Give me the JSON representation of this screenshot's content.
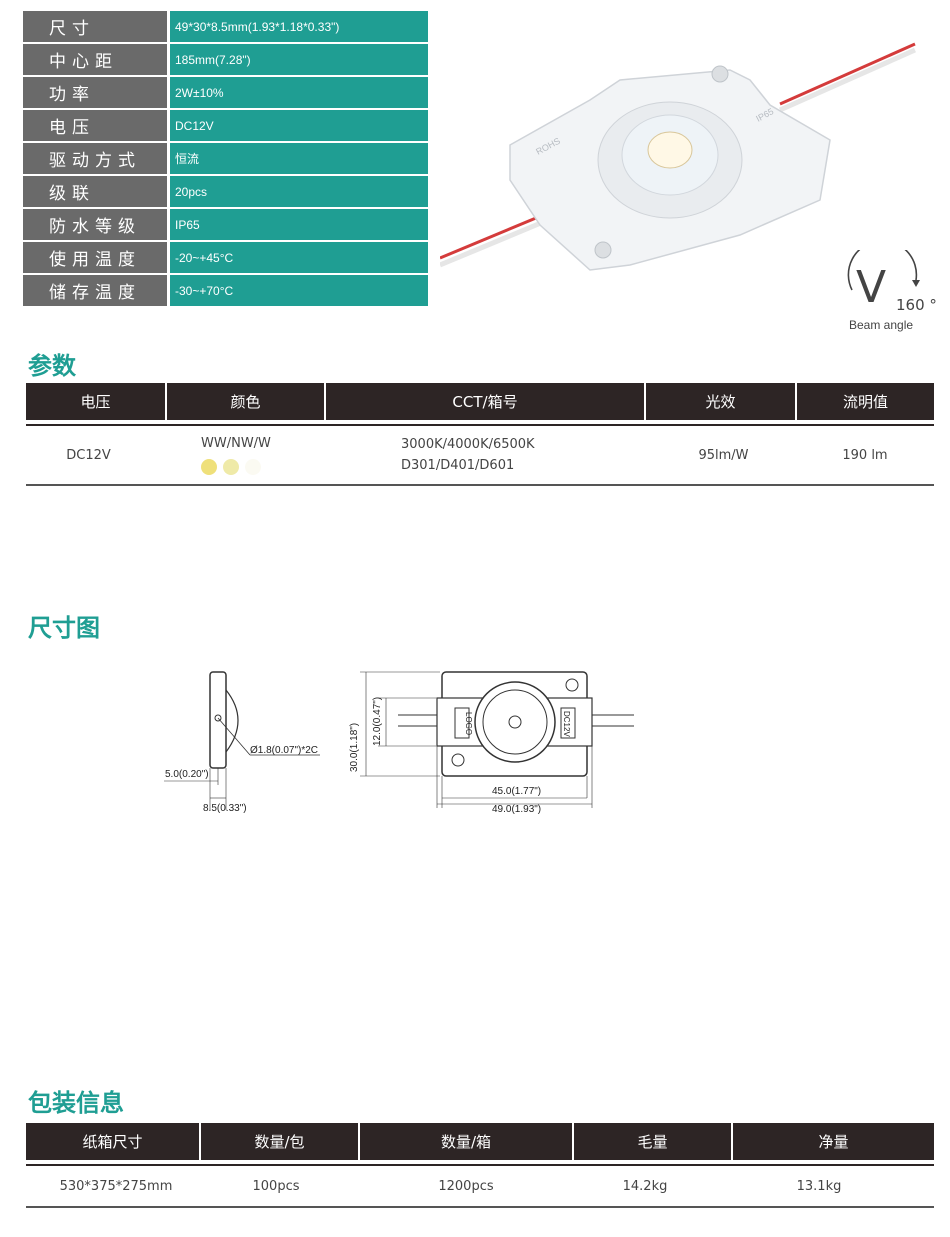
{
  "specs": [
    {
      "label": "尺寸",
      "value": "49*30*8.5mm(1.93*1.18*0.33\")"
    },
    {
      "label": "中心距",
      "value": "185mm(7.28\")"
    },
    {
      "label": "功率",
      "value": "2W±10%"
    },
    {
      "label": "电压",
      "value": "DC12V"
    },
    {
      "label": "驱动方式",
      "value": "恒流"
    },
    {
      "label": "级联",
      "value": "20pcs"
    },
    {
      "label": "防水等级",
      "value": "IP65"
    },
    {
      "label": "使用温度",
      "value": "-20~+45°C"
    },
    {
      "label": "储存温度",
      "value": "-30~+70°C"
    }
  ],
  "beam": {
    "angle": "160 °",
    "label": "Beam angle",
    "letter": "V"
  },
  "params": {
    "title": "参数",
    "headers": [
      "电压",
      "颜色",
      "CCT/箱号",
      "光效",
      "流明值"
    ],
    "row": {
      "voltage": "DC12V",
      "color": "WW/NW/W",
      "cct": "3000K/4000K/6500K",
      "bin": "D301/D401/D601",
      "efficacy": "95lm/W",
      "lumen": "190 lm"
    },
    "swatch_colors": [
      "#efe07a",
      "#efeaa8",
      "#fbfaf2"
    ]
  },
  "dimension": {
    "title": "尺寸图",
    "labels": {
      "hole": "Ø1.8(0.07\")*2C",
      "side_a": "5.0(0.20\")",
      "side_b": "8.5(0.33\")",
      "height_outer": "30.0(1.18\")",
      "height_inner": "12.0(0.47\")",
      "width_inner": "45.0(1.77\")",
      "width_outer": "49.0(1.93\")",
      "logo": "LOGO",
      "dc": "DC12V"
    }
  },
  "packing": {
    "title": "包装信息",
    "headers": [
      "纸箱尺寸",
      "数量/包",
      "数量/箱",
      "毛量",
      "净量"
    ],
    "row": [
      "530*375*275mm",
      "100pcs",
      "1200pcs",
      "14.2kg",
      "13.1kg"
    ]
  }
}
